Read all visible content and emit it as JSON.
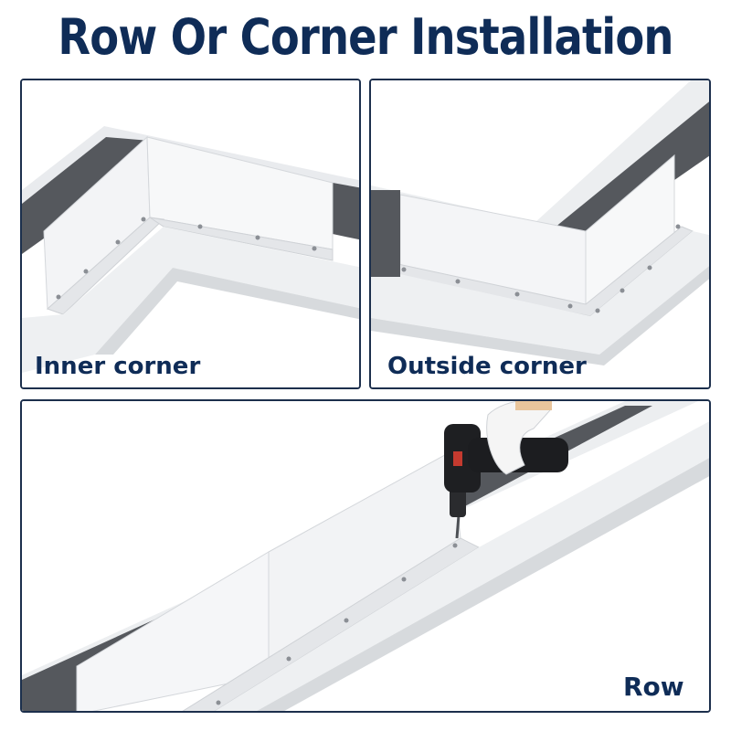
{
  "header": {
    "title": "Row Or Corner Installation"
  },
  "panels": {
    "inner": {
      "caption": "Inner corner"
    },
    "outside": {
      "caption": "Outside corner"
    },
    "row": {
      "caption": "Row"
    }
  },
  "colors": {
    "title": "#0f2c57",
    "panel_border": "#1c2f4c",
    "edging_light": "#f4f5f7",
    "edging_shadow": "#d9dcdf",
    "edging_dark": "#55585d",
    "screw": "#8b8f95"
  },
  "icons": {
    "drill": "cordless-drill-icon",
    "glove": "white-glove-icon"
  }
}
